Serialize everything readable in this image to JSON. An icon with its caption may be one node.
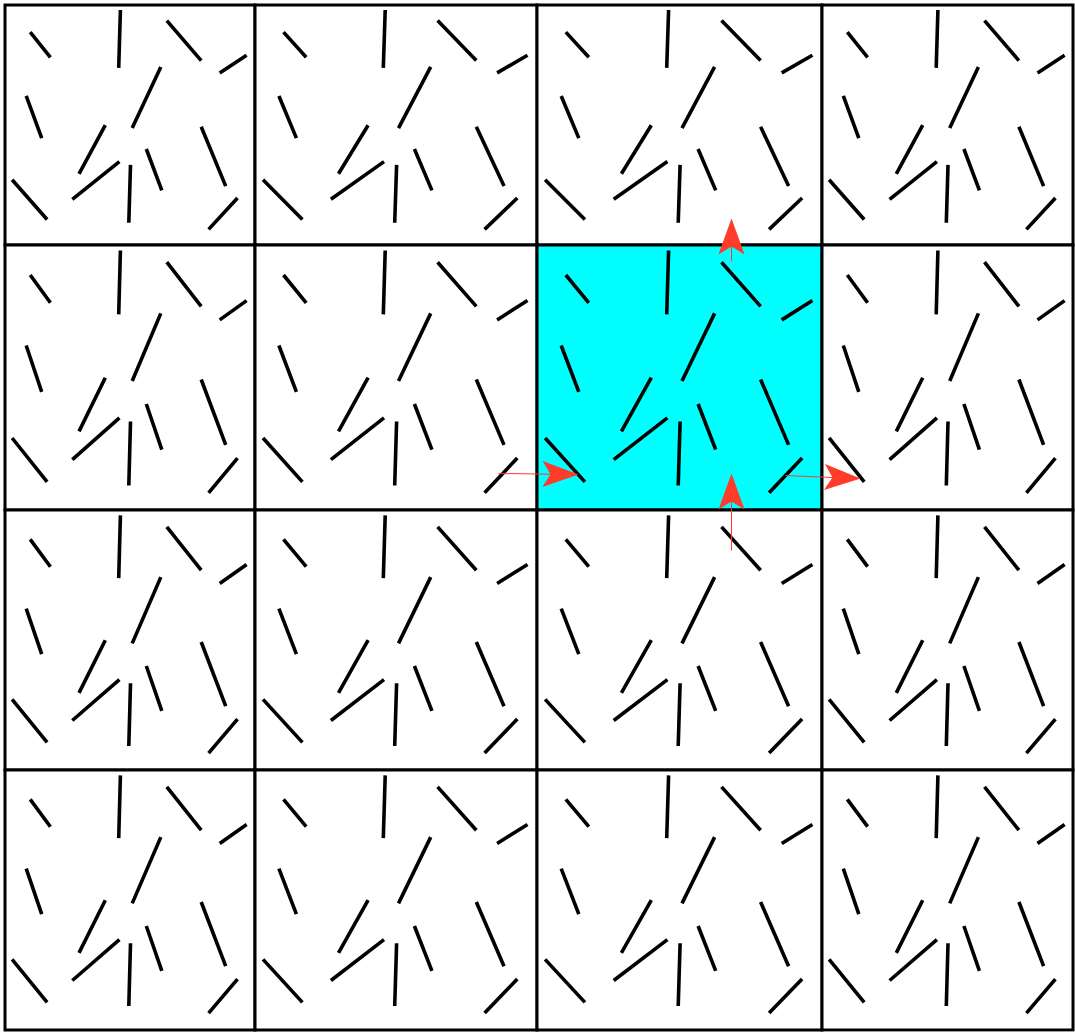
{
  "diagram": {
    "nodes": [
      {
        "text": [],
        "shape": "box"
      },
      {
        "text": [],
        "shape": "box"
      },
      {
        "text": [],
        "shape": "box"
      },
      {
        "text": [],
        "shape": "box"
      },
      {
        "text": [],
        "shape": "box"
      },
      {
        "text": [],
        "shape": "box"
      },
      {
        "text": [],
        "shape": "box"
      },
      {
        "text": [],
        "shape": "box"
      },
      {
        "text": [],
        "shape": "box"
      },
      {
        "text": [],
        "shape": "box"
      },
      {
        "text": [],
        "shape": "box"
      },
      {
        "text": [],
        "shape": "box"
      },
      {
        "text": [],
        "shape": "box"
      },
      {
        "text": [],
        "shape": "box"
      },
      {
        "text": [],
        "shape": "box"
      },
      {
        "text": [],
        "shape": "box"
      }
    ],
    "edges": [
      {
        "from": 5,
        "to": 6,
        "arrow": "to"
      },
      {
        "from": 6,
        "to": 7,
        "arrow": "to"
      },
      {
        "from": 6,
        "to": 2,
        "arrow": "to"
      },
      {
        "from": 10,
        "to": 6,
        "arrow": "to"
      }
    ]
  }
}
